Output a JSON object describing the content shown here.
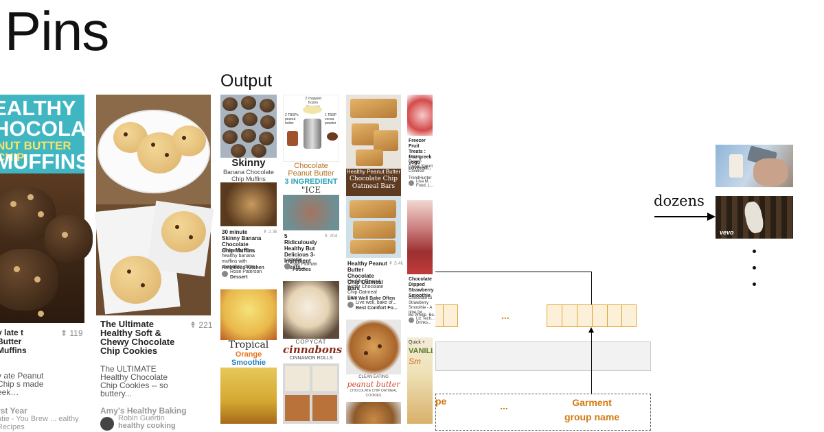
{
  "slide": {
    "title": "o Pins",
    "output_label": "Output"
  },
  "input_pins": {
    "pin1": {
      "image_text": [
        "EALTHY",
        "HOCOLATE",
        "NUT BUTTER CHIP",
        "MUFFINS"
      ],
      "title": "y late t Butter Muffins",
      "stat": "119",
      "desc": "y ate Peanut Chip s made eek…",
      "source1": "rst Year",
      "source2": "atie - You Brew ... ealthy Recipes"
    },
    "pin2": {
      "title": "The Ultimate Healthy Soft & Chewy Chocolate Chip Cookies",
      "stat": "221",
      "desc": "The ULTIMATE Healthy Chocolate Chip Cookies -- so buttery...",
      "source": "Amy's Healthy Baking",
      "user_name": "Robin Guertin",
      "user_board": "healthy cooking"
    }
  },
  "output_pins": {
    "a1": {
      "image_text_big": "Skinny",
      "image_text_small": "Banana Chocolate Chip Muffins",
      "title": "30 minute Skinny Banana Chocolate Chip Muffins",
      "stat": "2.3k",
      "desc": "Almost fat free, healthy banana muffins with chocolate chips...",
      "source": "Ambitious Kitchen",
      "user": "Rose Paterson",
      "board": "Dessert"
    },
    "a2": {
      "image_text1": "Tropical",
      "image_text2": "Orange",
      "image_text3": "Smoothie"
    },
    "b1": {
      "image_text1": "Chocolate",
      "image_text2": "Peanut Butter",
      "image_text3": "3 INGREDIENT",
      "image_text4": "\"ICE CREAM\"",
      "image_small1": "2 chopped frozen bananas",
      "image_small2": "2 TBSPs peanut butter",
      "image_small3": "1 TBSP cocoa powder",
      "title": "5 Ridiculously Healthy But Delicious 3-Ingredient Treats...",
      "stat": "204",
      "source": "Listotic",
      "user": "Nia Pittman",
      "board": "Foodies"
    },
    "b2": {
      "image_text1": "COPYCAT",
      "image_text2": "cinnabons",
      "image_text3": "CINNAMON ROLLS"
    },
    "c1": {
      "image_text1": "Healthy Peanut Butter",
      "image_text2": "Chocolate Chip",
      "image_text3": "Oatmeal Bars",
      "title": "Healthy Peanut Butter Chocolate Chip Oatmeal Bars",
      "stat": "3.4k",
      "desc": "Healthy Peanut Butter Chocolate Chip Oatmeal Bars",
      "source": "Live Well Bake Often",
      "user": "Live well, bake of...",
      "board": "Best Comfort Fo..."
    },
    "c2": {
      "image_text1": "CLEAN EATING",
      "image_text2": "peanut butter",
      "image_text3": "CHOCOLATE CHIP OATMEAL COOKIES"
    },
    "d1": {
      "title": "Freezer Fruit Treats : froz greek yogu covered...",
      "desc": "These Frozen Greek Yogurt Covered Strawberries are absolut...",
      "source": "TrendHunter",
      "user": "Lisa M...",
      "board": "Food, L..."
    },
    "d2": {
      "title": "Chocolate Dipped Strawberry Smoothie",
      "desc": "Chocolate Di Strawberry Smoothie - A time for...",
      "source": "Be Whole. Be...",
      "user": "Liz Tech...",
      "board": "Drinks..."
    },
    "d3": {
      "image_text1": "Quick +",
      "image_text2": "VANILL",
      "image_text3": "Sm"
    }
  },
  "diagram": {
    "dots_middle": "...",
    "label_left": "pe",
    "label_dots": "...",
    "label_right": "Garment group name"
  },
  "video": {
    "dozens_label": "dozens",
    "vevo": "vevo"
  },
  "colors": {
    "teal": "#3fb6c1",
    "orange": "#d17a12",
    "cell_border": "#e0a22e"
  }
}
